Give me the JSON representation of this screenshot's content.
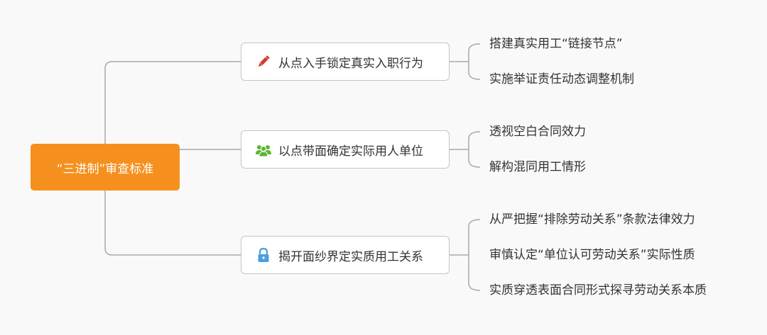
{
  "root": {
    "label": "“三进制”审查标准",
    "color": "#f5901e"
  },
  "branches": [
    {
      "label": "从点入手锁定真实入职行为",
      "icon": "pencil-icon",
      "icon_color": "#d33b2e",
      "children": [
        "搭建真实用工“链接节点”",
        "实施举证责任动态调整机制"
      ]
    },
    {
      "label": "以点带面确定实际用人单位",
      "icon": "people-group-icon",
      "icon_color": "#5cb531",
      "children": [
        "透视空白合同效力",
        "解构混同用工情形"
      ]
    },
    {
      "label": "揭开面纱界定实质用工关系",
      "icon": "lock-icon",
      "icon_color": "#4a9fe0",
      "children": [
        "从严把握“排除劳动关系”条款法律效力",
        "审慎认定“单位认可劳动关系”实际性质",
        "实质穿透表面合同形式探寻劳动关系本质"
      ]
    }
  ]
}
